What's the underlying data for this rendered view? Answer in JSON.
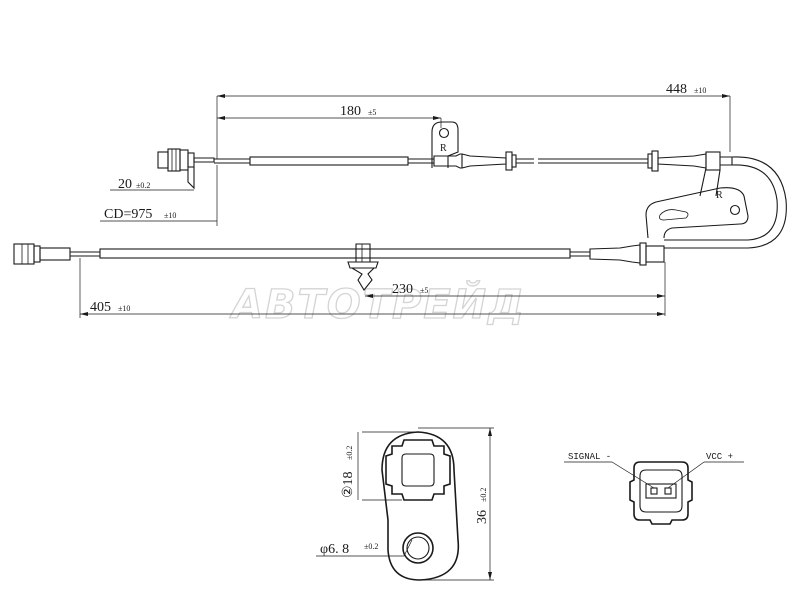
{
  "watermark": "АВТОТРЕЙД",
  "dimensions": {
    "d448": {
      "value": "448",
      "tol": "±10"
    },
    "d180": {
      "value": "180",
      "tol": "±5"
    },
    "d20": {
      "value": "20",
      "tol": "±0.2"
    },
    "cd": {
      "value": "CD=975",
      "tol": "±10"
    },
    "d230": {
      "value": "230",
      "tol": "±5"
    },
    "d405": {
      "value": "405",
      "tol": "±10"
    },
    "d18": {
      "value": "②18",
      "tol": "±0.2"
    },
    "d36": {
      "value": "36",
      "tol": "±0.2"
    },
    "d6_8": {
      "value": "φ6. 8",
      "tol": "±0.2"
    }
  },
  "bracket_marks": {
    "upper": "R",
    "lower": "R"
  },
  "connector": {
    "signal_label": "SIGNAL -",
    "vcc_label": "VCC +"
  }
}
